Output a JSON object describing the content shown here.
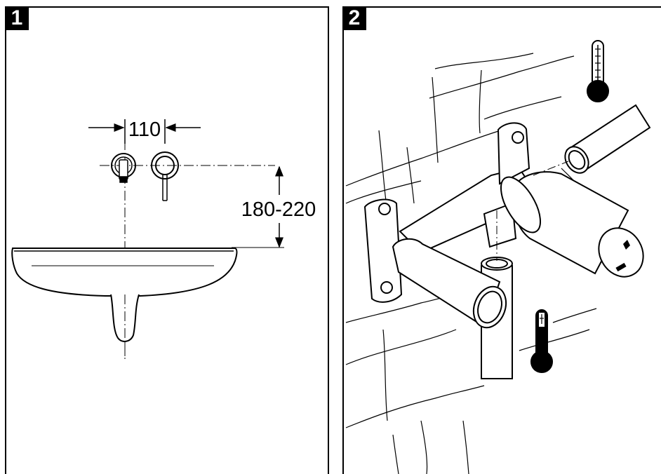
{
  "panels": [
    {
      "step": "1",
      "dimensions": {
        "spacing": "110",
        "height": "180-220"
      }
    },
    {
      "step": "2"
    }
  ]
}
